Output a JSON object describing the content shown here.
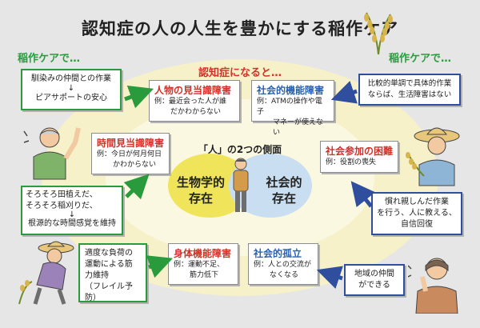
{
  "title": "認知症の人の人生を豊かにする稲作ケア",
  "left_header": "稲作ケアで…",
  "right_header": "稲作ケアで…",
  "center_header": "認知症になると…",
  "center": {
    "title": "「人」の2つの側面",
    "left": [
      "生物学的",
      "存在"
    ],
    "right": [
      "社会的",
      "存在"
    ]
  },
  "boxes": {
    "recognition": {
      "head": "人物の見当識障害",
      "body": [
        "例：最近会った人が誰",
        "だかわからない"
      ]
    },
    "social_func": {
      "head": "社会的機能障害",
      "body": [
        "例：ATMの操作や電子",
        "マネーが使えない"
      ]
    },
    "time_recog": {
      "head": "時間見当識障害",
      "body": [
        "例：今日が何月何日",
        "かわからない"
      ]
    },
    "participation": {
      "head": "社会参加の困難",
      "body": [
        "例：役割の喪失"
      ]
    },
    "body_func": {
      "head": "身体機能障害",
      "body": [
        "例：運動不足、",
        "筋力低下"
      ]
    },
    "isolation": {
      "head": "社会的孤立",
      "body": [
        "例：人との交流が",
        "なくなる"
      ]
    }
  },
  "green_boxes": {
    "peer": [
      "馴染みの仲間との作業",
      "↓",
      "ピアサポートの安心"
    ],
    "season": [
      "そろそろ田植えだ、",
      "そろそろ稲刈りだ、",
      "↓",
      "根源的な時間感覚を維持"
    ],
    "muscle": [
      "適度な負荷の",
      "運動による筋",
      "力維持",
      "（フレイル予防）"
    ]
  },
  "navy_boxes": {
    "simple": [
      "比較的単調で具体的作業",
      "ならば、生活障害はない"
    ],
    "confidence": [
      "慣れ親しんだ作業",
      "を行う、人に教える、",
      "自信回復"
    ],
    "friends": [
      "地域の仲間",
      "ができる"
    ]
  },
  "colors": {
    "green": "#2a9b3c",
    "red": "#d2322a",
    "navy": "#2f4e9e",
    "ellipse": "#f6f1c8",
    "center_yellow": "#f0e55a",
    "center_blue": "#c9def0"
  }
}
